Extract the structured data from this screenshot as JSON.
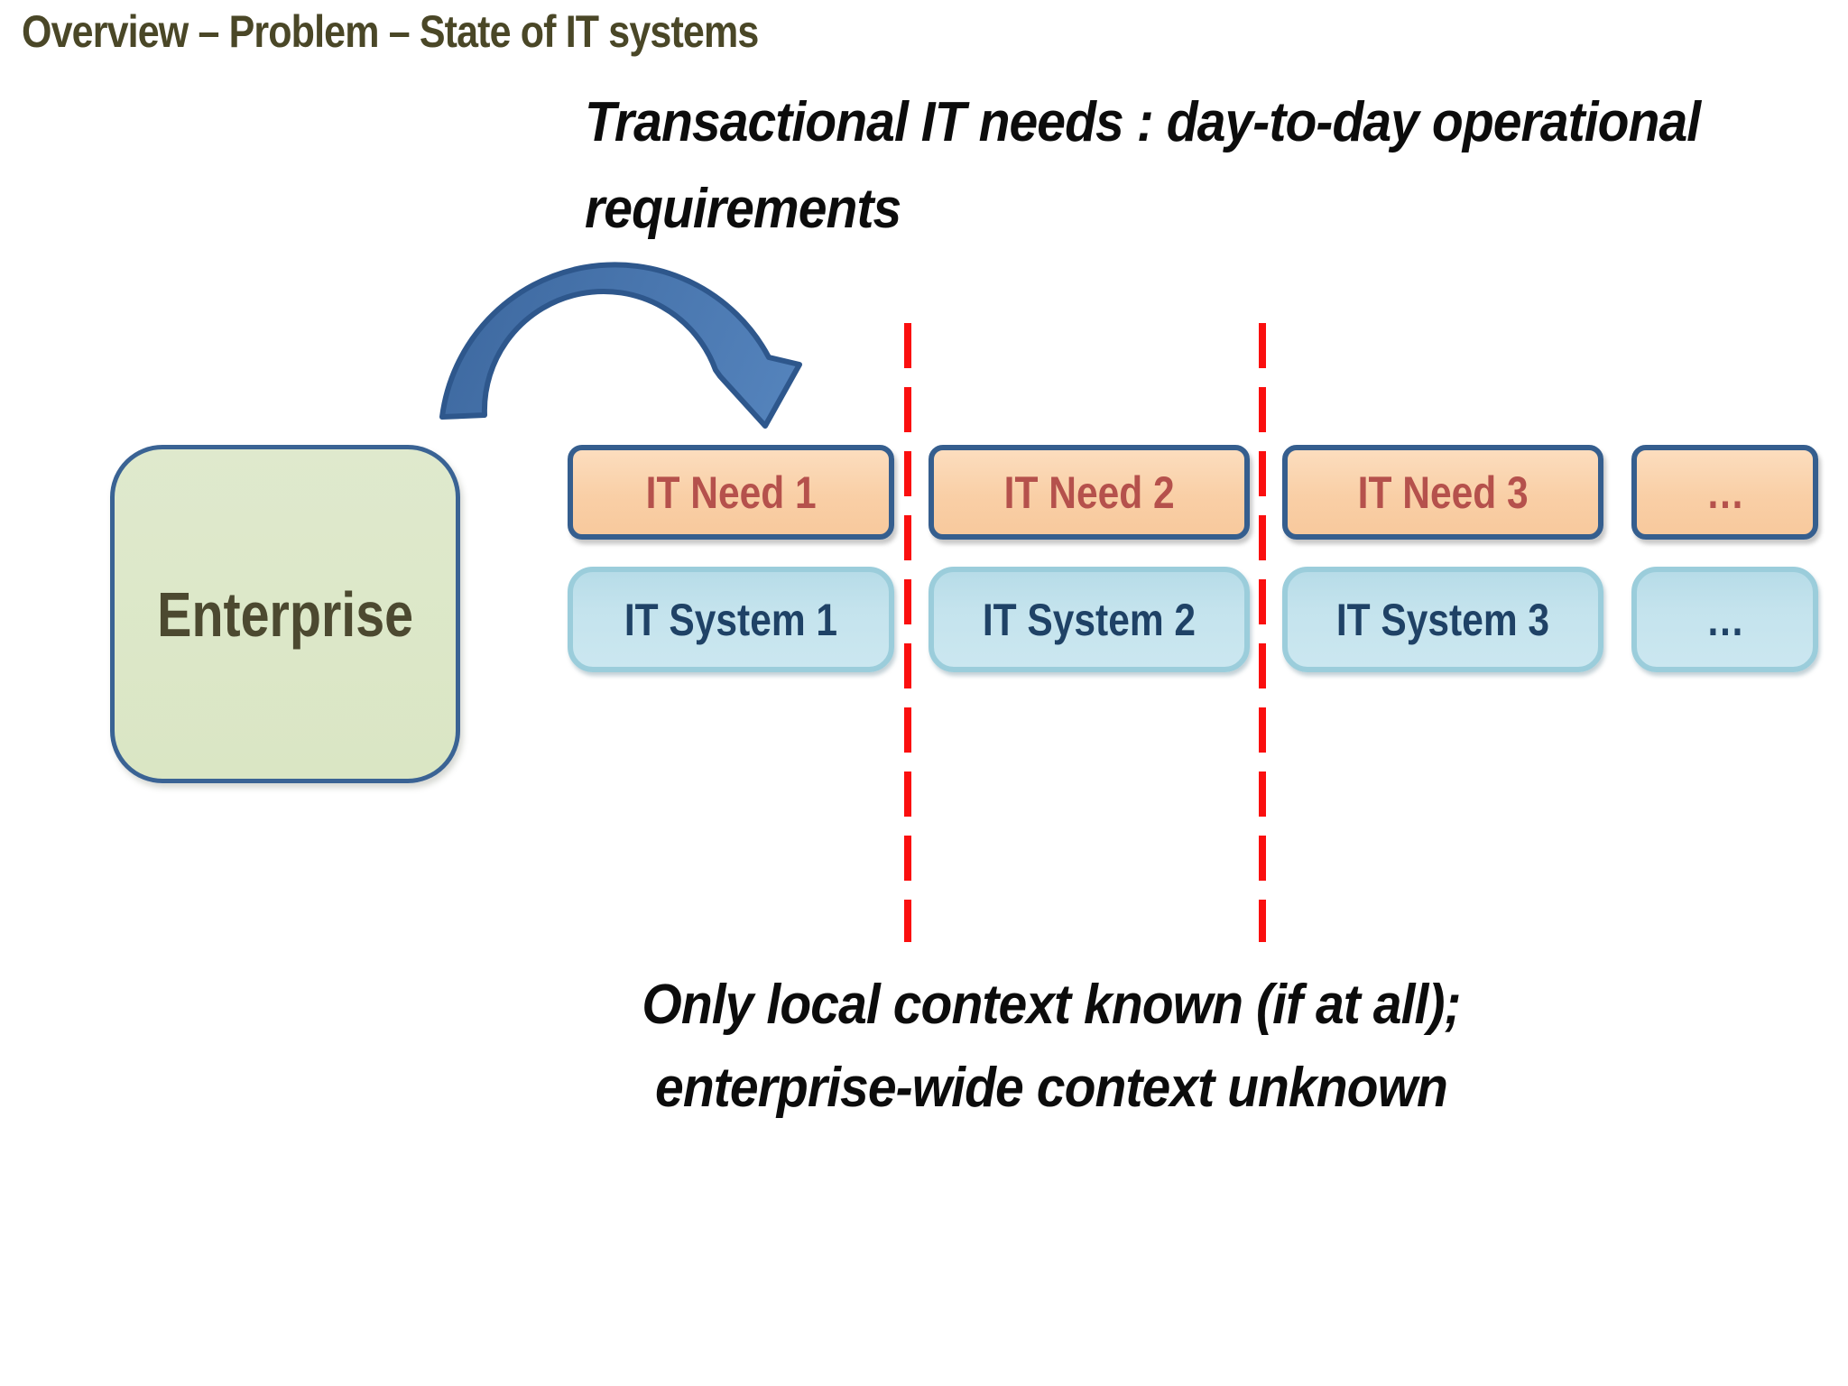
{
  "slide": {
    "title": "Overview – Problem – State of IT systems",
    "title_color": "#4A4727",
    "background_color": "#FFFFFF"
  },
  "notes": {
    "transactional": {
      "line1": "Transactional IT needs : day-to-day operational",
      "line2": "requirements",
      "color": "#0C0C0C"
    },
    "context": {
      "line1": "Only local context known (if at all);",
      "line2": "enterprise-wide context unknown",
      "color": "#0C0C0C"
    }
  },
  "enterprise": {
    "label": "Enterprise",
    "fill": "#DCE7C8",
    "border_color": "#3A6394",
    "text_color": "#4C4930"
  },
  "needs": {
    "labels": [
      "IT Need 1",
      "IT Need 2",
      "IT Need 3",
      "…"
    ],
    "fill": "#FACFA6",
    "border_color": "#355E8E",
    "text_color": "#B5514C"
  },
  "systems": {
    "labels": [
      "IT System 1",
      "IT System 2",
      "IT System 3",
      "…"
    ],
    "fill": "#C3E2ED",
    "border_color": "#9BCDDB",
    "text_color": "#1F4266"
  },
  "separators": {
    "color": "#FA0F0F",
    "style": "dashed-vertical"
  },
  "arrow": {
    "meaning": "enterprise-to-it-needs",
    "fill_start": "#3D689F",
    "fill_end": "#5584BD",
    "stroke": "#2E578C"
  }
}
